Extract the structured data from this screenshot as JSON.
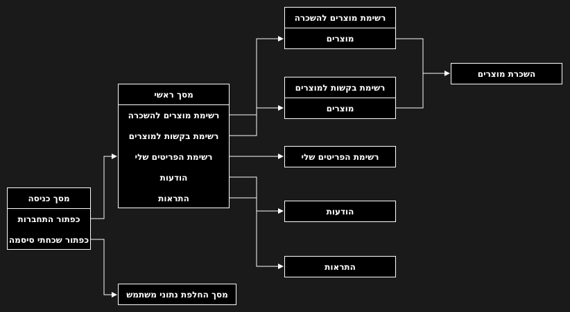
{
  "login_screen": {
    "title": "מסך כניסה",
    "items": [
      "כפתור התחברות",
      "כפתור שכחתי סיסמה"
    ]
  },
  "main_screen": {
    "title": "מסך ראשי",
    "items": [
      "רשימת מוצרים להשכרה",
      "רשימת בקשות למוצרים",
      "רשימת הפריטים שלי",
      "הודעות",
      "התראות"
    ]
  },
  "rental_list": {
    "title": "רשימת מוצרים להשכרה",
    "items": [
      "מוצרים"
    ]
  },
  "requests_list": {
    "title": "רשימת בקשות למוצרים",
    "items": [
      "מוצרים"
    ]
  },
  "boxes": {
    "product_rental": "השכרת מוצרים",
    "my_items": "רשימת הפריטים שלי",
    "messages": "הודעות",
    "notifications": "התראות",
    "change_user_details": "מסך החלפת נתוני משתמש"
  },
  "colors": {
    "background": "#1a1a1a",
    "box_fill": "#000000",
    "line": "#ffffff"
  }
}
